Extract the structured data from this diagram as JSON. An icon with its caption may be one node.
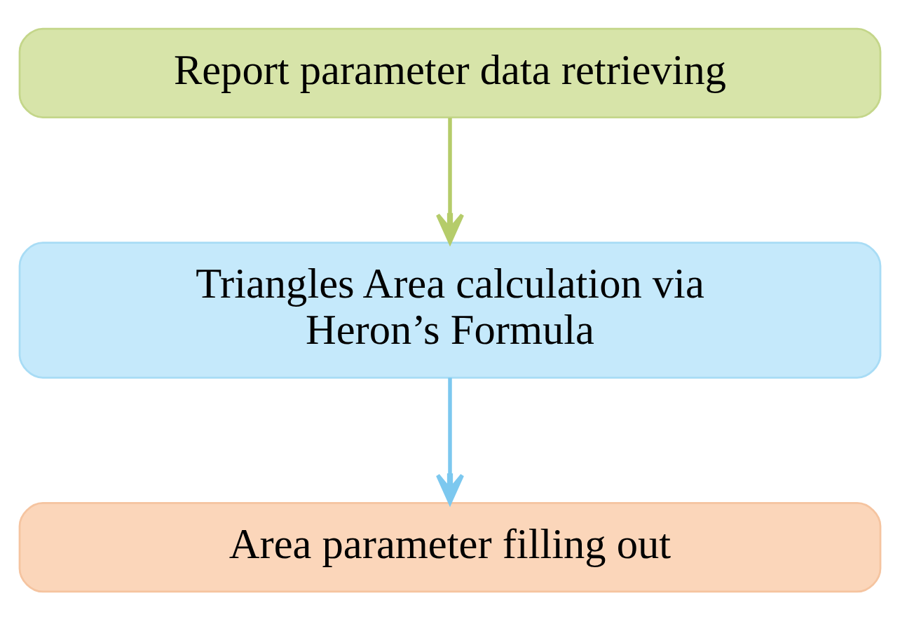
{
  "diagram": {
    "nodes": [
      {
        "text": [
          "Report parameter data retrieving"
        ]
      },
      {
        "text": [
          "Triangles Area calculation via Heron’s Formula"
        ]
      },
      {
        "text": [
          "Area parameter filling out"
        ]
      }
    ],
    "edges": [
      {
        "from": 0,
        "to": 1,
        "arrow": "to",
        "color": "#b5cc6a"
      },
      {
        "from": 1,
        "to": 2,
        "arrow": "to",
        "color": "#7cc8ef"
      }
    ]
  }
}
